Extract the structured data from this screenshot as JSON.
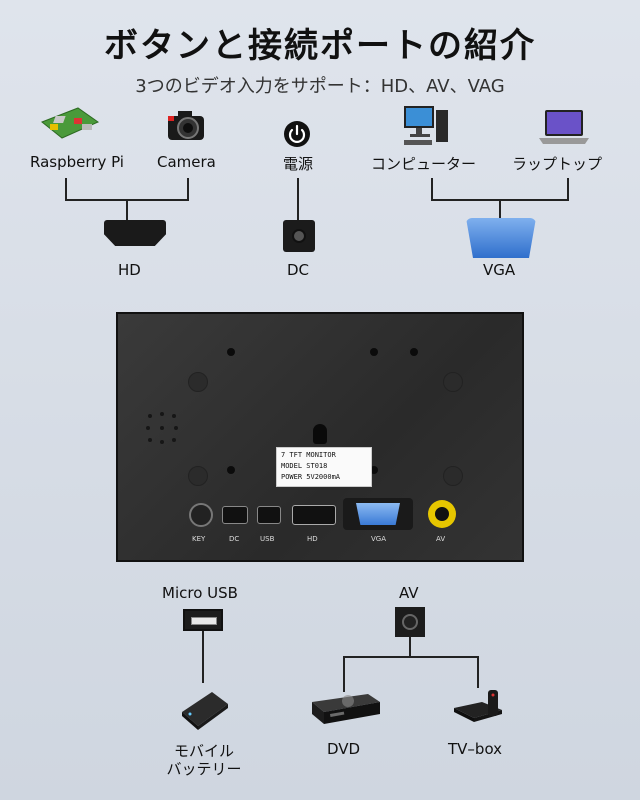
{
  "title": "ボタンと接続ポートの紹介",
  "subtitle": "3つのビデオ入力をサポート：HD、AV、VAG",
  "top_groups": {
    "hd": {
      "sources": [
        "Raspberry Pi",
        "Camera"
      ],
      "port_label": "HD"
    },
    "dc": {
      "source": "電源",
      "port_label": "DC"
    },
    "vga": {
      "sources": [
        "コンピューター",
        "ラップトップ"
      ],
      "port_label": "VGA"
    }
  },
  "panel": {
    "plate_lines": [
      "7 TFT MONITOR",
      "MODEL ST018",
      "POWER 5V2000mA"
    ],
    "port_labels": [
      "KEY",
      "DC",
      "USB",
      "HD",
      "VGA",
      "AV"
    ]
  },
  "bottom_groups": {
    "usb": {
      "port_label": "Micro USB",
      "device_line1": "モバイル",
      "device_line2": "バッテリー"
    },
    "av": {
      "port_label": "AV",
      "devices": [
        "DVD",
        "TV–box"
      ]
    }
  },
  "icons": {
    "raspberry": "raspberry-pi-board-icon",
    "camera": "camera-icon",
    "power": "power-icon",
    "computer": "desktop-computer-icon",
    "laptop": "laptop-icon",
    "battery": "power-bank-icon",
    "dvd": "dvd-player-icon",
    "tvbox": "tv-box-icon"
  },
  "colors": {
    "background": "#dfe4ec",
    "vga_blue": "#2f6fcc",
    "panel": "#2e2e2e"
  }
}
